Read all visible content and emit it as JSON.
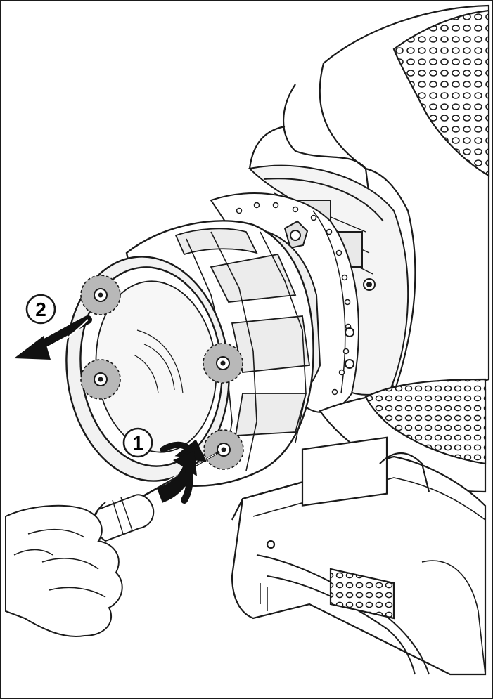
{
  "illustration": {
    "steps": [
      {
        "number": "1",
        "meaning": "unscrew"
      },
      {
        "number": "2",
        "meaning": "pull-off"
      }
    ],
    "colors": {
      "line": "#1a1a1a",
      "body": "#ffffff",
      "shade_light": "#ececec",
      "shade_mid": "#d6d6d6",
      "screw_highlight": "#b8b8b8",
      "arrow": "#111111"
    }
  }
}
